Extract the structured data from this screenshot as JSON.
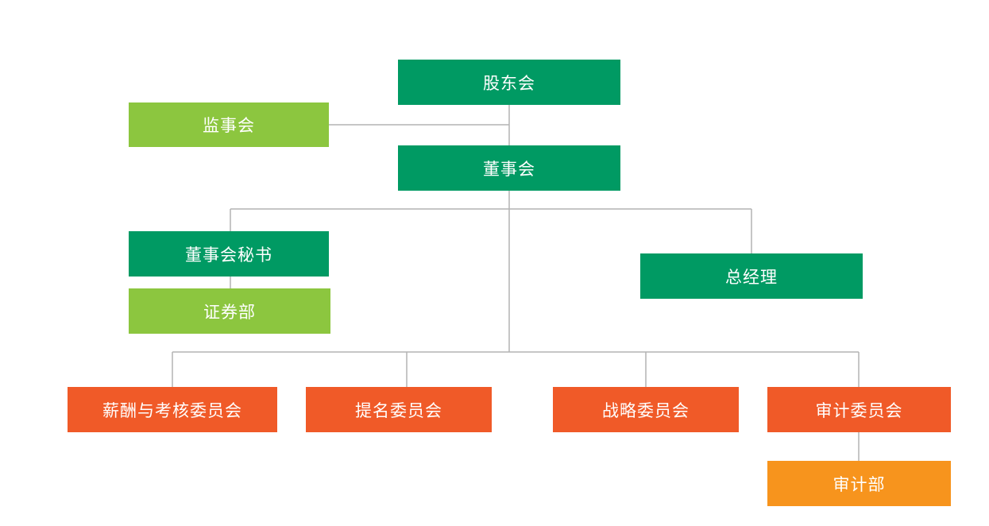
{
  "colors": {
    "dark_green": "#009a63",
    "light_green": "#8cc63f",
    "red_orange": "#f05a28",
    "orange": "#f7941d",
    "connector": "#b3b3b3"
  },
  "nodes": {
    "shareholders": {
      "label": "股东会",
      "color": "dark_green"
    },
    "supervisory_board": {
      "label": "监事会",
      "color": "light_green"
    },
    "board_of_directors": {
      "label": "董事会",
      "color": "dark_green"
    },
    "board_secretary": {
      "label": "董事会秘书",
      "color": "dark_green"
    },
    "general_manager": {
      "label": "总经理",
      "color": "dark_green"
    },
    "securities_dept": {
      "label": "证券部",
      "color": "light_green"
    },
    "compensation_committee": {
      "label": "薪酬与考核委员会",
      "color": "red_orange"
    },
    "nomination_committee": {
      "label": "提名委员会",
      "color": "red_orange"
    },
    "strategy_committee": {
      "label": "战略委员会",
      "color": "red_orange"
    },
    "audit_committee": {
      "label": "审计委员会",
      "color": "red_orange"
    },
    "audit_dept": {
      "label": "审计部",
      "color": "orange"
    }
  }
}
